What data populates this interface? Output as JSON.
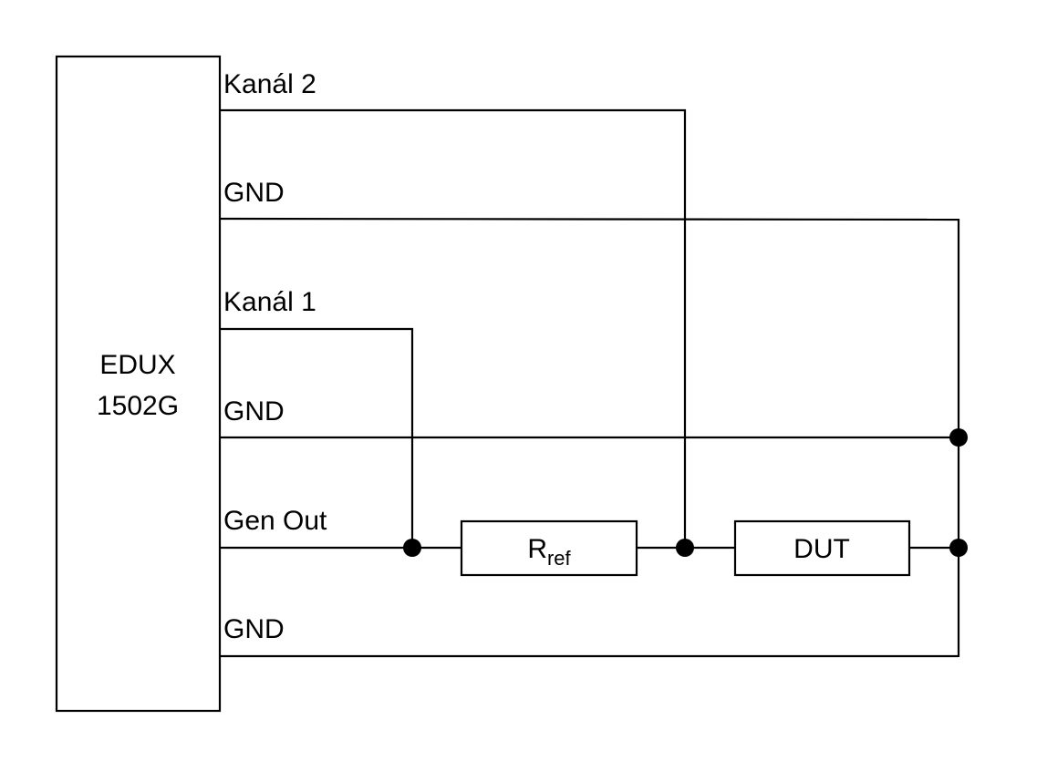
{
  "device": {
    "name_line1": "EDUX",
    "name_line2": "1502G"
  },
  "pins": [
    {
      "label": "Kanál 2"
    },
    {
      "label": "GND"
    },
    {
      "label": "Kanál 1"
    },
    {
      "label": "GND"
    },
    {
      "label": "Gen Out"
    },
    {
      "label": "GND"
    }
  ],
  "components": {
    "resistor": {
      "symbol": "R",
      "subscript": "ref"
    },
    "dut": {
      "label": "DUT"
    }
  }
}
